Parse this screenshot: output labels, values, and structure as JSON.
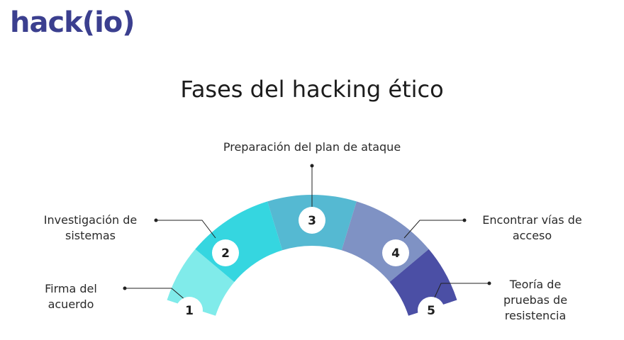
{
  "logo": {
    "text": "hack(io)",
    "color": "#3b3f8f"
  },
  "title": "Fases del hacking ético",
  "phases": [
    {
      "number": "1",
      "label_lines": [
        "Firma del",
        "acuerdo"
      ],
      "color": "#80ebea"
    },
    {
      "number": "2",
      "label_lines": [
        "Investigación de",
        "sistemas"
      ],
      "color": "#35d6e0"
    },
    {
      "number": "3",
      "label_lines": [
        "Preparación del plan de ataque"
      ],
      "color": "#55b9d2"
    },
    {
      "number": "4",
      "label_lines": [
        "Encontrar vías de",
        "acceso"
      ],
      "color": "#7f92c4"
    },
    {
      "number": "5",
      "label_lines": [
        "Teoría de",
        "pruebas de",
        "resistencia"
      ],
      "color": "#4b4fa5"
    }
  ]
}
